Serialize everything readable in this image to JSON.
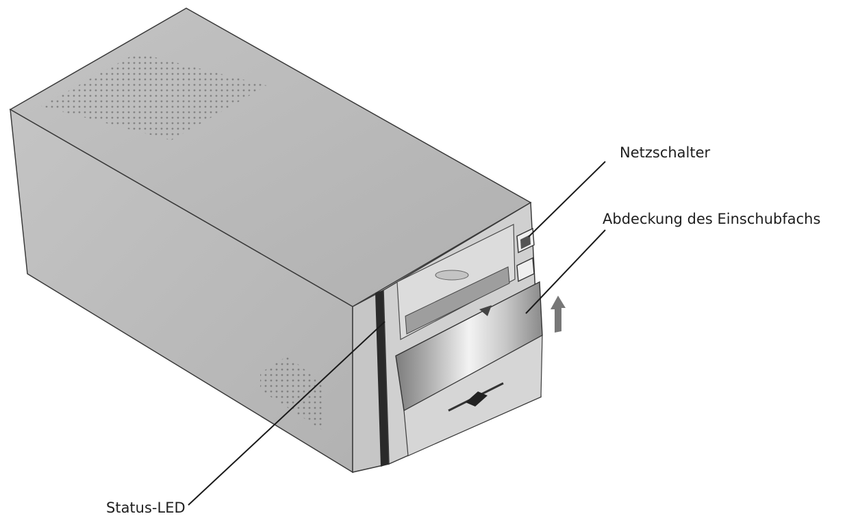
{
  "labels": {
    "power_switch": "Netzschalter",
    "bay_cover": "Abdeckung des Einschubfachs",
    "status_led": "Status-LED"
  },
  "colors": {
    "housing_top": "#b8b8b8",
    "housing_side": "#bdbdbd",
    "housing_front": "#c9c9c9",
    "outline": "#3a3a3a",
    "leader_line": "#1a1a1a",
    "bay_cover_dark": "#8a8a8a",
    "bay_cover_light": "#f2f2f2",
    "vent_dots": "#7a7a7a"
  },
  "icons": [
    "arrow-up-icon",
    "power-button-icon",
    "eject-button-icon"
  ]
}
